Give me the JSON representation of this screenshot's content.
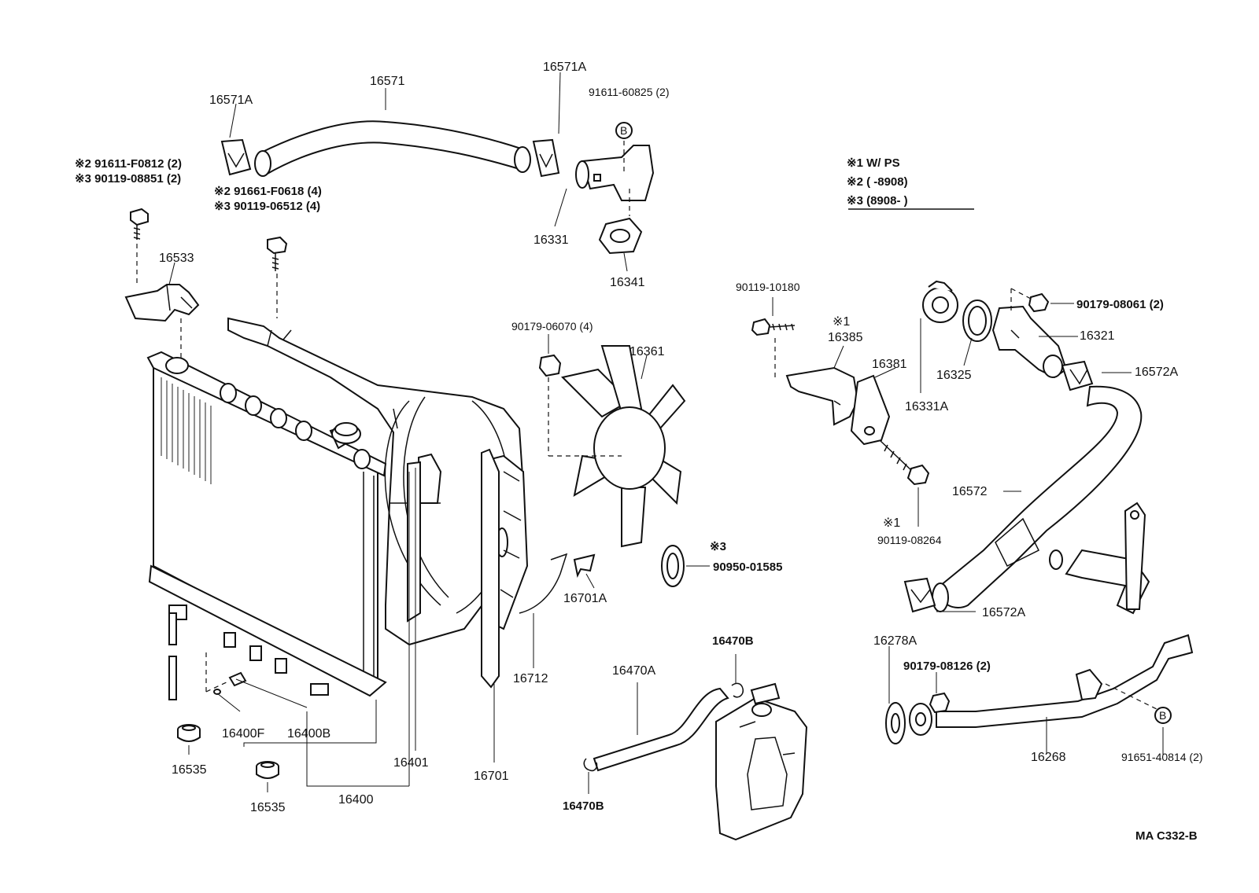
{
  "diagram_code": "MA  C332-B",
  "legend": {
    "row1": "※1 W/ PS",
    "row2": "※2 (       -8908)",
    "row3": "※3 (8908-        )"
  },
  "labels": {
    "p16571": "16571",
    "p16571A_left": "16571A",
    "p16571A_right": "16571A",
    "p91611_60825": "91611-60825 (2)",
    "p16331": "16331",
    "p16341": "16341",
    "bolt_left_1": "※2 91611-F0812 (2)",
    "bolt_left_2": "※3 90119-08851 (2)",
    "bolt_mid_1": "※2 91661-F0618 (4)",
    "bolt_mid_2": "※3 90119-06512 (4)",
    "p16533": "16533",
    "p90179_06070": "90179-06070 (4)",
    "p16361": "16361",
    "p16701A": "16701A",
    "p16712": "16712",
    "p16701": "16701",
    "p16401": "16401",
    "p16400": "16400",
    "p16400F": "16400F",
    "p16400B": "16400B",
    "p16535_a": "16535",
    "p16535_b": "16535",
    "p90119_10180": "90119-10180",
    "p16385_note": "※1",
    "p16385": "16385",
    "p16381": "16381",
    "p90119_08264_note": "※1",
    "p90119_08264": "90119-08264",
    "p90950_note": "※3",
    "p90950_01585": "90950-01585",
    "p90179_08061": "90179-08061 (2)",
    "p16321": "16321",
    "p16325": "16325",
    "p16331A": "16331A",
    "p16572A_top": "16572A",
    "p16572": "16572",
    "p16572A_bottom": "16572A",
    "p16278A": "16278A",
    "p90179_08126": "90179-08126 (2)",
    "p16268": "16268",
    "p91651_40814": "91651-40814 (2)",
    "p16470A": "16470A",
    "p16470B_top": "16470B",
    "p16470B_bottom": "16470B",
    "mark_B_top": "B",
    "mark_B_right": "B"
  }
}
